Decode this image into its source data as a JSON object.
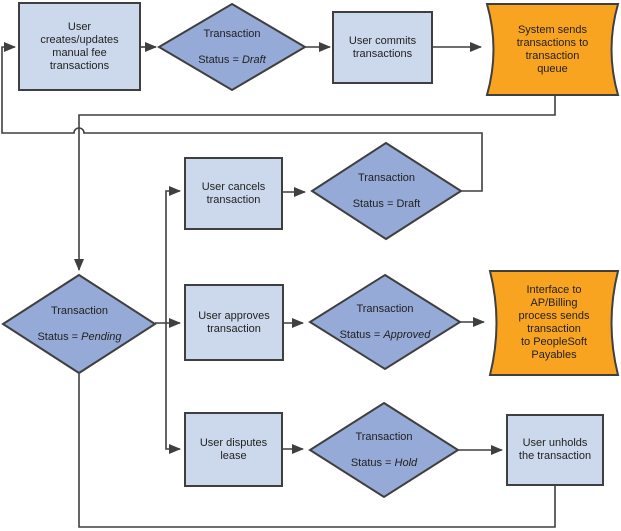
{
  "diagram": {
    "type": "flowchart",
    "colors": {
      "process_fill": "#ccd9ec",
      "decision_fill": "#96aad7",
      "interface_fill": "#f9a420",
      "shape_border": "#3f3f3f",
      "connector": "#3f3f3f",
      "text": "#1f1f1f",
      "background": "#ffffff"
    },
    "nodes": {
      "create": {
        "text": "User\ncreates/updates\nmanual fee\ntransactions"
      },
      "status_draft_1": {
        "line1": "Transaction",
        "prefix": "Status = ",
        "value": "Draft"
      },
      "commit": {
        "text": "User commits\ntransactions"
      },
      "send_queue": {
        "text": "System sends\ntransactions to\ntransaction\nqueue"
      },
      "cancel": {
        "text": "User cancels\ntransaction"
      },
      "status_draft_2": {
        "line1": "Transaction",
        "prefix": "Status = ",
        "value": "Draft"
      },
      "status_pending": {
        "line1": "Transaction",
        "prefix": "Status = ",
        "value": "Pending"
      },
      "approve": {
        "text": "User approves\ntransaction"
      },
      "status_approved": {
        "line1": "Transaction",
        "prefix": "Status = ",
        "value": "Approved"
      },
      "interface_ap": {
        "text": "Interface to\nAP/Billing\nprocess sends\ntransaction\nto PeopleSoft\nPayables"
      },
      "dispute": {
        "text": "User disputes\nlease"
      },
      "status_hold": {
        "line1": "Transaction",
        "prefix": "Status = ",
        "value": "Hold"
      },
      "unhold": {
        "text": "User unholds\nthe transaction"
      }
    }
  }
}
